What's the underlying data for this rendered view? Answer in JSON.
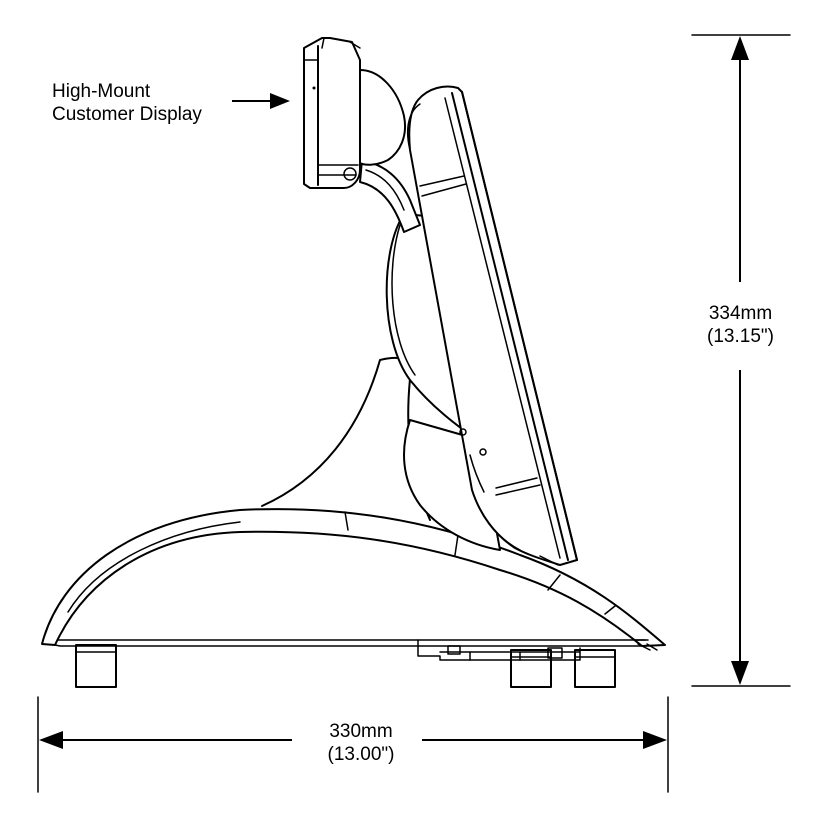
{
  "callout": {
    "line1": "High-Mount",
    "line2": "Customer Display"
  },
  "dimensions": {
    "height": {
      "metric": "334mm",
      "imperial": "(13.15\")"
    },
    "width": {
      "metric": "330mm",
      "imperial": "(13.00\")"
    }
  }
}
